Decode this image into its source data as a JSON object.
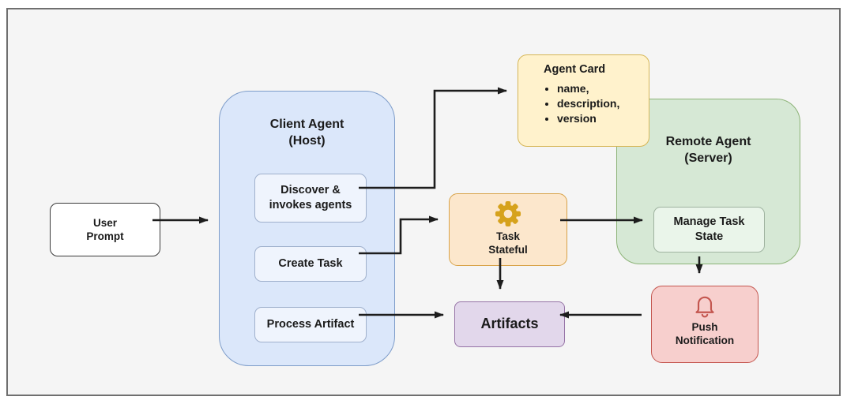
{
  "colors": {
    "canvas_bg": "#f5f5f5",
    "frame_border": "#6f6f6f",
    "text_color": "#1a1a1a",
    "arrow_color": "#1d1d1d",
    "userprompt_fill": "#ffffff",
    "userprompt_border": "#3a3a3a",
    "client_fill": "#dbe7fa",
    "client_border": "#7d9cc9",
    "subbox_fill": "#eff4fd",
    "subbox_border": "#9fb0cc",
    "card_fill": "#fff2cc",
    "card_border": "#d6b656",
    "task_fill": "#fce7cc",
    "task_border": "#d8a248",
    "gear_color": "#d6a21c",
    "remote_fill": "#d6e8d5",
    "remote_border": "#8cb377",
    "manage_fill": "#eaf5ea",
    "manage_border": "#9fb3a0",
    "artifacts_fill": "#e2d7eb",
    "artifacts_border": "#9673a6",
    "push_fill": "#f7cfcd",
    "push_border": "#c4564f",
    "bell_color": "#c4564f"
  },
  "nodes": {
    "user_prompt": {
      "label": "User\nPrompt"
    },
    "client_agent": {
      "title": "Client Agent\n(Host)",
      "items": [
        {
          "label": "Discover &\ninvokes agents"
        },
        {
          "label": "Create Task"
        },
        {
          "label": "Process Artifact"
        }
      ]
    },
    "agent_card": {
      "title": "Agent Card",
      "bullets": [
        "name,",
        "description,",
        "version"
      ]
    },
    "task": {
      "label": "Task\nStateful",
      "icon": "gear-icon"
    },
    "remote_agent": {
      "title": "Remote Agent\n(Server)"
    },
    "manage_task": {
      "label": "Manage Task\nState"
    },
    "artifacts": {
      "label": "Artifacts"
    },
    "push_notification": {
      "label": "Push\nNotification",
      "icon": "bell-icon"
    }
  }
}
